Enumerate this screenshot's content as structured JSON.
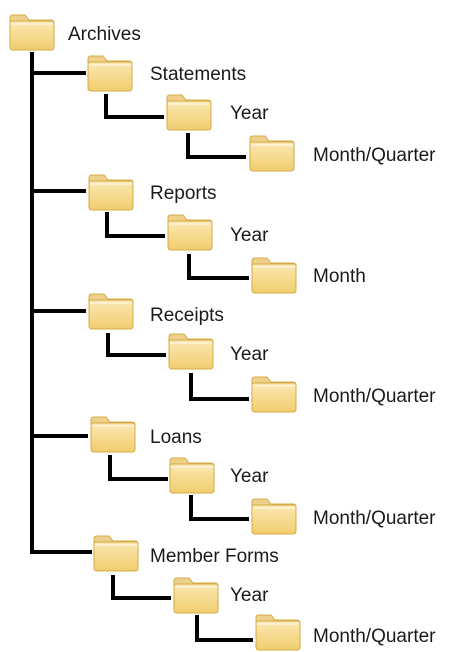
{
  "tree": {
    "root": {
      "label": "Archives",
      "icon": "folder-icon"
    },
    "branches": [
      {
        "label": "Statements",
        "icon": "folder-icon",
        "year": {
          "label": "Year",
          "icon": "folder-icon"
        },
        "period": {
          "label": "Month/Quarter",
          "icon": "folder-icon"
        }
      },
      {
        "label": "Reports",
        "icon": "folder-icon",
        "year": {
          "label": "Year",
          "icon": "folder-icon"
        },
        "period": {
          "label": "Month",
          "icon": "folder-icon"
        }
      },
      {
        "label": "Receipts",
        "icon": "folder-icon",
        "year": {
          "label": "Year",
          "icon": "folder-icon"
        },
        "period": {
          "label": "Month/Quarter",
          "icon": "folder-icon"
        }
      },
      {
        "label": "Loans",
        "icon": "folder-icon",
        "year": {
          "label": "Year",
          "icon": "folder-icon"
        },
        "period": {
          "label": "Month/Quarter",
          "icon": "folder-icon"
        }
      },
      {
        "label": "Member Forms",
        "icon": "folder-icon",
        "year": {
          "label": "Year",
          "icon": "folder-icon"
        },
        "period": {
          "label": "Month/Quarter",
          "icon": "folder-icon"
        }
      }
    ]
  },
  "colors": {
    "folder_top": "#fbe8b2",
    "folder_bottom": "#f1cd6e",
    "folder_edge": "#d4ab47",
    "folder_tab": "#eed08a",
    "connector": "#000000",
    "text": "#1a1a1a"
  }
}
